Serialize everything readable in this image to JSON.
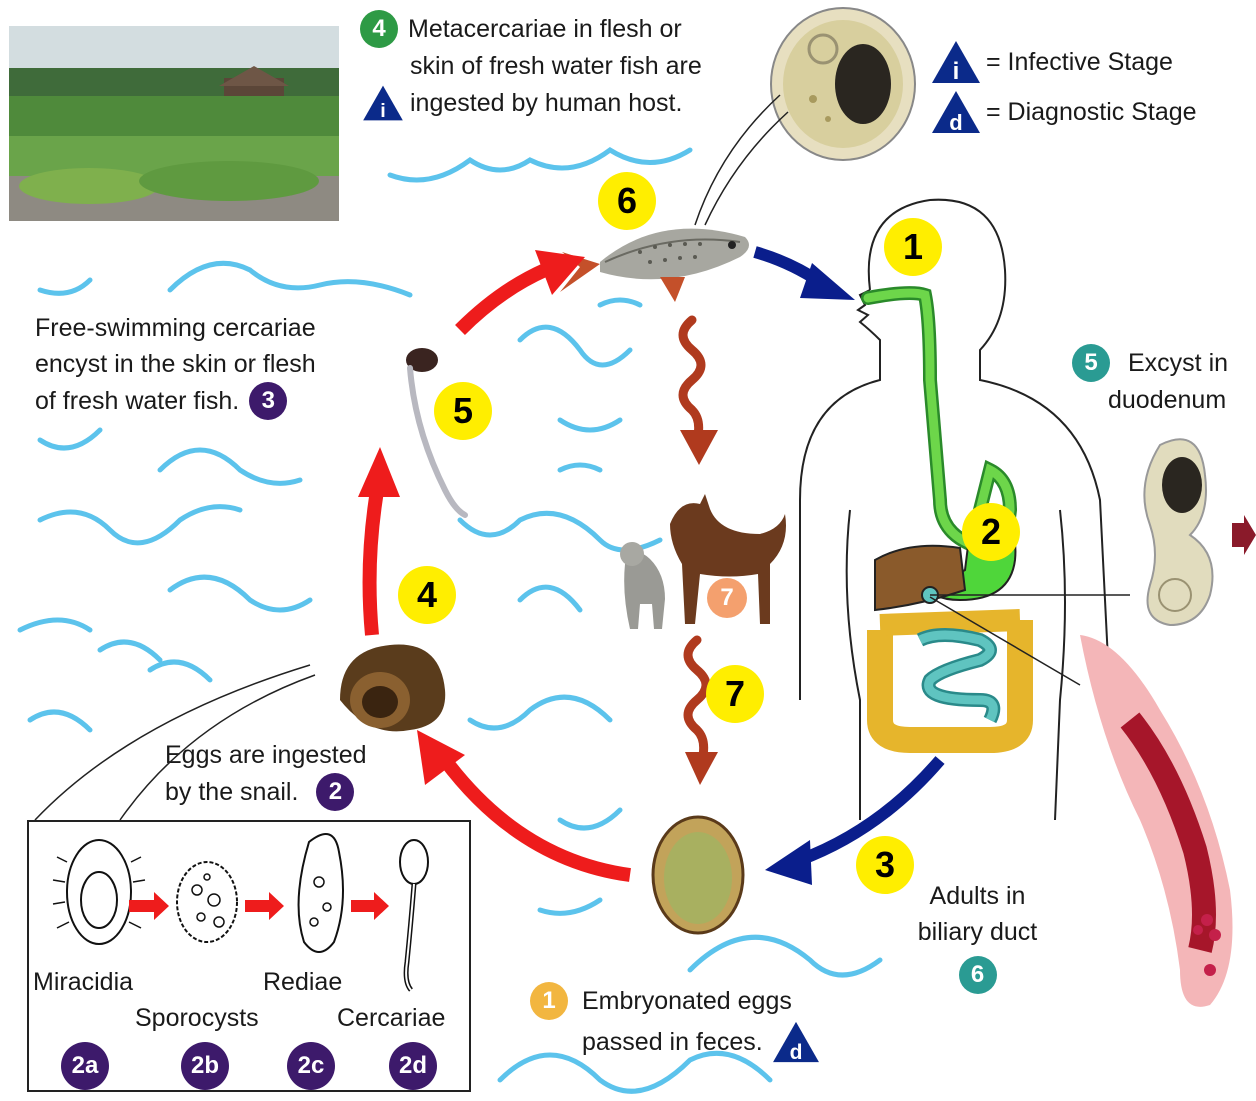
{
  "legend": {
    "infective_symbol": "i",
    "infective_label": "= Infective Stage",
    "diagnostic_symbol": "d",
    "diagnostic_label": "= Diagnostic Stage"
  },
  "human_cycle": {
    "step1": {
      "number": "1",
      "line1": "Embryonated eggs",
      "line2": "passed in feces."
    },
    "step2": {
      "number": "2",
      "line1": "Eggs are ingested",
      "line2": "by the snail."
    },
    "step3": {
      "number": "3",
      "line1": "Free-swimming cercariae",
      "line2": "encyst in the skin or flesh",
      "line3": "of fresh water fish."
    },
    "step4": {
      "number": "4",
      "line1": "Metacercariae in flesh or",
      "line2": "skin of fresh water fish are",
      "line3": "ingested by human host."
    },
    "step5": {
      "number": "5",
      "line1": "Excyst in",
      "line2": "duodenum"
    },
    "step6": {
      "number": "6",
      "line1": "Adults in",
      "line2": "biliary duct"
    },
    "step7": {
      "number": "7"
    }
  },
  "yellow_markers": [
    "1",
    "2",
    "3",
    "4",
    "5",
    "6",
    "7"
  ],
  "snail_stages": {
    "miracidia": "Miracidia",
    "sporocysts": "Sporocysts",
    "rediae": "Rediae",
    "cercariae": "Cercariae",
    "badges": [
      "2a",
      "2b",
      "2c",
      "2d"
    ]
  },
  "colors": {
    "marker_yellow": "#ffee00",
    "step_green": "#2e9a45",
    "step_purple": "#3d1a6b",
    "step_teal": "#2a9b93",
    "step_orange": "#f2b640",
    "step_peach": "#f4a06e",
    "legend_navy": "#0b2a8a",
    "arrow_red": "#ee1c1c",
    "arrow_blue": "#0a1e8c",
    "arrow_brown": "#b03a1e",
    "water_blue": "#5cc3ec"
  }
}
